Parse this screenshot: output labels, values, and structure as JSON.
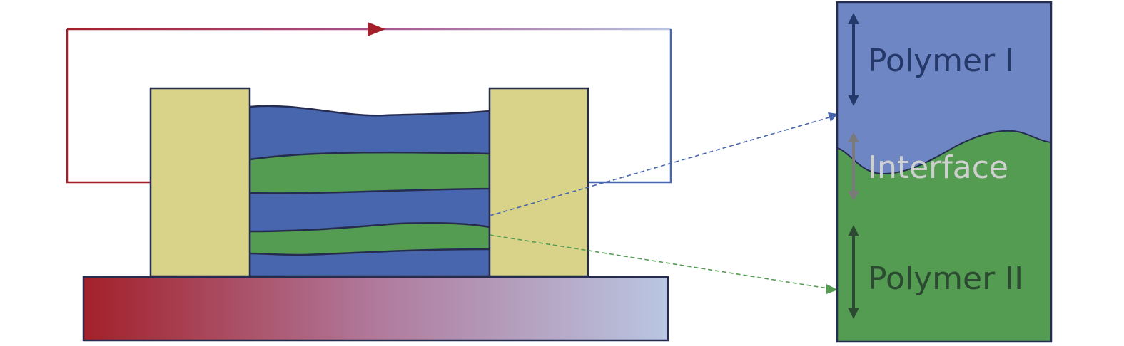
{
  "labels": {
    "polymer1": "Polymer I",
    "interface": "Interface",
    "polymer2": "Polymer II"
  },
  "colors": {
    "hot": "#a3202a",
    "cold": "#b9c6e2",
    "electrode": "#d9d38a",
    "polymer_blue": "#4866ae",
    "polymer_green": "#539c52",
    "zoom_blue": "#6e87c4",
    "outline": "#252c50"
  }
}
